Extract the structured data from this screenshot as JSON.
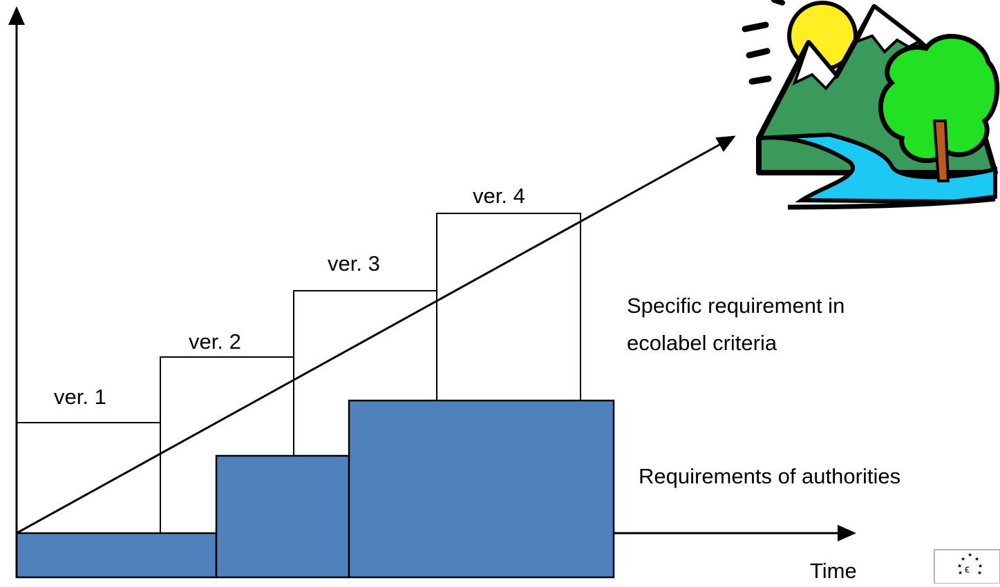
{
  "versions": [
    {
      "label": "ver. 1"
    },
    {
      "label": "ver. 2"
    },
    {
      "label": "ver. 3"
    },
    {
      "label": "ver. 4"
    }
  ],
  "annotations": {
    "specific_line1": "Specific requirement in",
    "specific_line2": "ecolabel criteria",
    "authorities": "Requirements of authorities",
    "x_axis": "Time"
  },
  "colors": {
    "authority_fill": "#4f81bd",
    "outline": "#000000"
  },
  "icons": {
    "landscape": "nature-landscape-clipart-icon",
    "logo": "eu-ecolabel-logo-icon"
  }
}
